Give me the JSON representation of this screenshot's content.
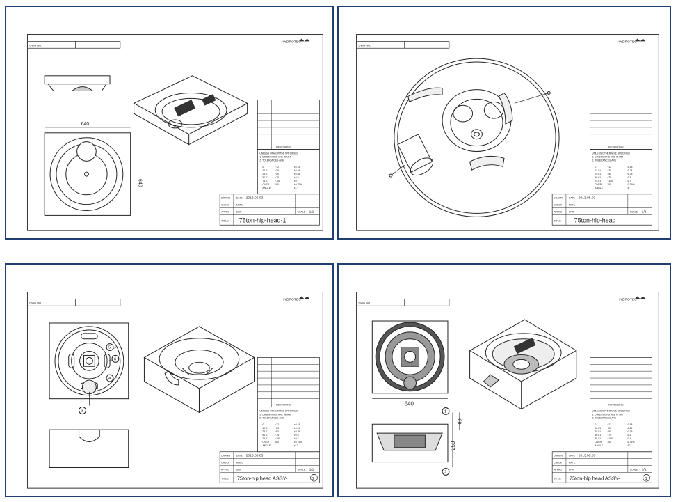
{
  "panels": [
    {
      "title": "75ton-hlp-head-1",
      "dim_width": "640",
      "dim_height": "640",
      "date": "2013.05.03"
    },
    {
      "title": "75ton-hlp-head",
      "date": "2013.05.03"
    },
    {
      "title": "75ton-hlp head   ASSY-",
      "assy_num": "2",
      "date": "2013.05.03",
      "balloons": [
        "5",
        "6",
        "4",
        "3"
      ]
    },
    {
      "title": "75ton-hlp head   ASSY-",
      "assy_num": "1",
      "date": "2013.05.03",
      "dim_width": "640",
      "dim_height_total": "250",
      "dim_height_top": "80",
      "balloons": [
        "1",
        "2"
      ]
    }
  ],
  "title_block": {
    "dwg_no": "DWG NO.",
    "logo": "HYDROTEC",
    "revisions": "REVISIONS",
    "note1": "UNLESS OTHERWISE SPECIFIED",
    "note2": "1. DIMENSIONS ARE IN MM",
    "note3": "2. TOLERANCES ARE",
    "drawn": "DRAWN",
    "check": "CHECK",
    "appro": "APPRO",
    "title_label": "TITLE",
    "date_label": "DATE",
    "matl": "MAT'L",
    "unit": "UNIT",
    "scale_label": "SCALE",
    "scale": "1/1",
    "tolerances": [
      [
        "0",
        "~12",
        "±0.18"
      ],
      [
        "12.01",
        "~25",
        "±0.24"
      ],
      [
        "25.01",
        "~50",
        "±0.35"
      ],
      [
        "50.01",
        "~75",
        "±0.5"
      ],
      [
        "75.01",
        "~100",
        "±0.7"
      ],
      [
        "OVER",
        "100",
        "±0.75%"
      ],
      [
        "ANGLE",
        "",
        "±1°"
      ]
    ]
  }
}
